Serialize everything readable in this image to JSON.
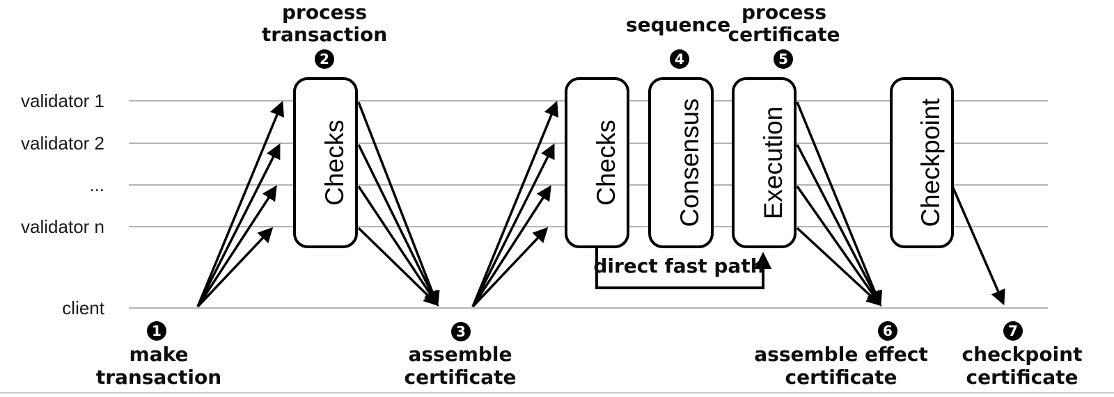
{
  "figure": {
    "lanes": [
      {
        "label": "validator 1"
      },
      {
        "label": "validator 2"
      },
      {
        "label": "..."
      },
      {
        "label": "validator n"
      },
      {
        "label": "client"
      }
    ],
    "stage_boxes": [
      {
        "label": "Checks"
      },
      {
        "label": "Checks"
      },
      {
        "label": "Consensus"
      },
      {
        "label": "Execution"
      },
      {
        "label": "Checkpoint"
      }
    ],
    "steps": [
      {
        "num": "1",
        "line1": "make",
        "line2": "transaction"
      },
      {
        "num": "2",
        "line1": "process",
        "line2": "transaction"
      },
      {
        "num": "3",
        "line1": "assemble",
        "line2": "certificate"
      },
      {
        "num": "4",
        "line1": "sequence",
        "line2": ""
      },
      {
        "num": "5",
        "line1": "process",
        "line2": "certificate"
      },
      {
        "num": "6",
        "line1": "assemble effect",
        "line2": "certificate"
      },
      {
        "num": "7",
        "line1": "checkpoint",
        "line2": "certificate"
      }
    ],
    "fast_path_label": "direct fast path",
    "colors": {
      "ink": "#000000",
      "lane_line": "#9c9c9c",
      "badge_bg": "#000000",
      "badge_text": "#ffffff",
      "box_fill": "#ffffff",
      "bottom_rule": "#c9ccce"
    }
  }
}
